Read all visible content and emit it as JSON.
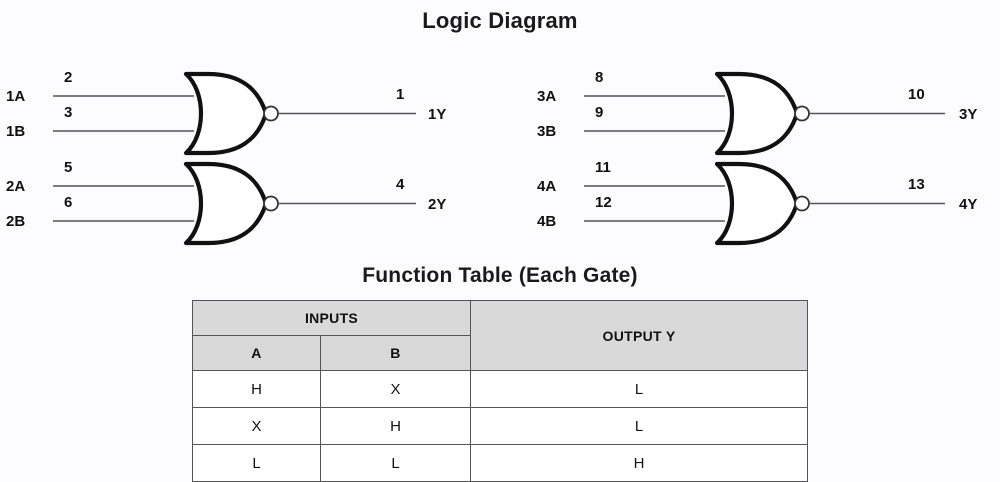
{
  "headings": {
    "logic_diagram": "Logic Diagram",
    "function_table": "Function Table (Each Gate)"
  },
  "logic_diagram": {
    "gate_type": "NOR",
    "gates": [
      {
        "name": "gate-1",
        "input_a_label": "1A",
        "input_b_label": "1B",
        "input_a_pin": "2",
        "input_b_pin": "3",
        "output_label": "1Y",
        "output_pin": "1"
      },
      {
        "name": "gate-2",
        "input_a_label": "2A",
        "input_b_label": "2B",
        "input_a_pin": "5",
        "input_b_pin": "6",
        "output_label": "2Y",
        "output_pin": "4"
      },
      {
        "name": "gate-3",
        "input_a_label": "3A",
        "input_b_label": "3B",
        "input_a_pin": "8",
        "input_b_pin": "9",
        "output_label": "3Y",
        "output_pin": "10"
      },
      {
        "name": "gate-4",
        "input_a_label": "4A",
        "input_b_label": "4B",
        "input_a_pin": "11",
        "input_b_pin": "12",
        "output_label": "4Y",
        "output_pin": "13"
      }
    ]
  },
  "function_table": {
    "group_headers": {
      "inputs": "INPUTS",
      "output": "OUTPUT Y"
    },
    "sub_headers": {
      "a": "A",
      "b": "B"
    },
    "rows": [
      {
        "a": "H",
        "b": "X",
        "y": "L"
      },
      {
        "a": "X",
        "b": "H",
        "y": "L"
      },
      {
        "a": "L",
        "b": "L",
        "y": "H"
      }
    ]
  },
  "colors": {
    "background": "#fcfcff",
    "header_fill": "#d9d9d9",
    "border": "#555555",
    "ink": "#111111",
    "wire": "#555555"
  }
}
